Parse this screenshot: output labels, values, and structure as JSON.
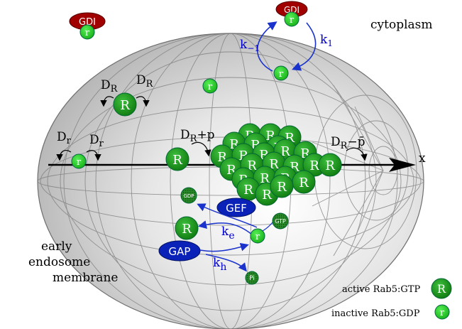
{
  "labels": {
    "cytoplasm": "cytoplasm",
    "membrane_line1": "early",
    "membrane_line2": "endosome",
    "membrane_line3": "membrane",
    "axis_x": "x",
    "legend_active": "active Rab5:GTP",
    "legend_inactive": "inactive Rab5:GDP"
  },
  "glyphs": {
    "active": "R",
    "inactive": "r",
    "gdi": "GDI",
    "gef": "GEF",
    "gap": "GAP",
    "gdp": "GDP",
    "gtp": "GTP",
    "pi": "Pi"
  },
  "rates": {
    "k_minus1_base": "k",
    "k_minus1_sub": "−1",
    "k1_base": "k",
    "k1_sub": "1",
    "ke_base": "k",
    "ke_sub": "e",
    "kh_base": "k",
    "kh_sub": "h"
  },
  "diffusion": {
    "DR_base": "D",
    "DR_sub": "R",
    "Dr_base": "D",
    "Dr_sub": "r",
    "DR_plus_p_tail": "+p",
    "DR_minus_pbar_tail": "−p̄"
  },
  "colors": {
    "active_fill": "#1e9e1e",
    "inactive_fill": "#22cc22",
    "gdi_fill": "#a00000",
    "enzyme_fill": "#0a22b8",
    "rate_text": "#0000cc"
  }
}
